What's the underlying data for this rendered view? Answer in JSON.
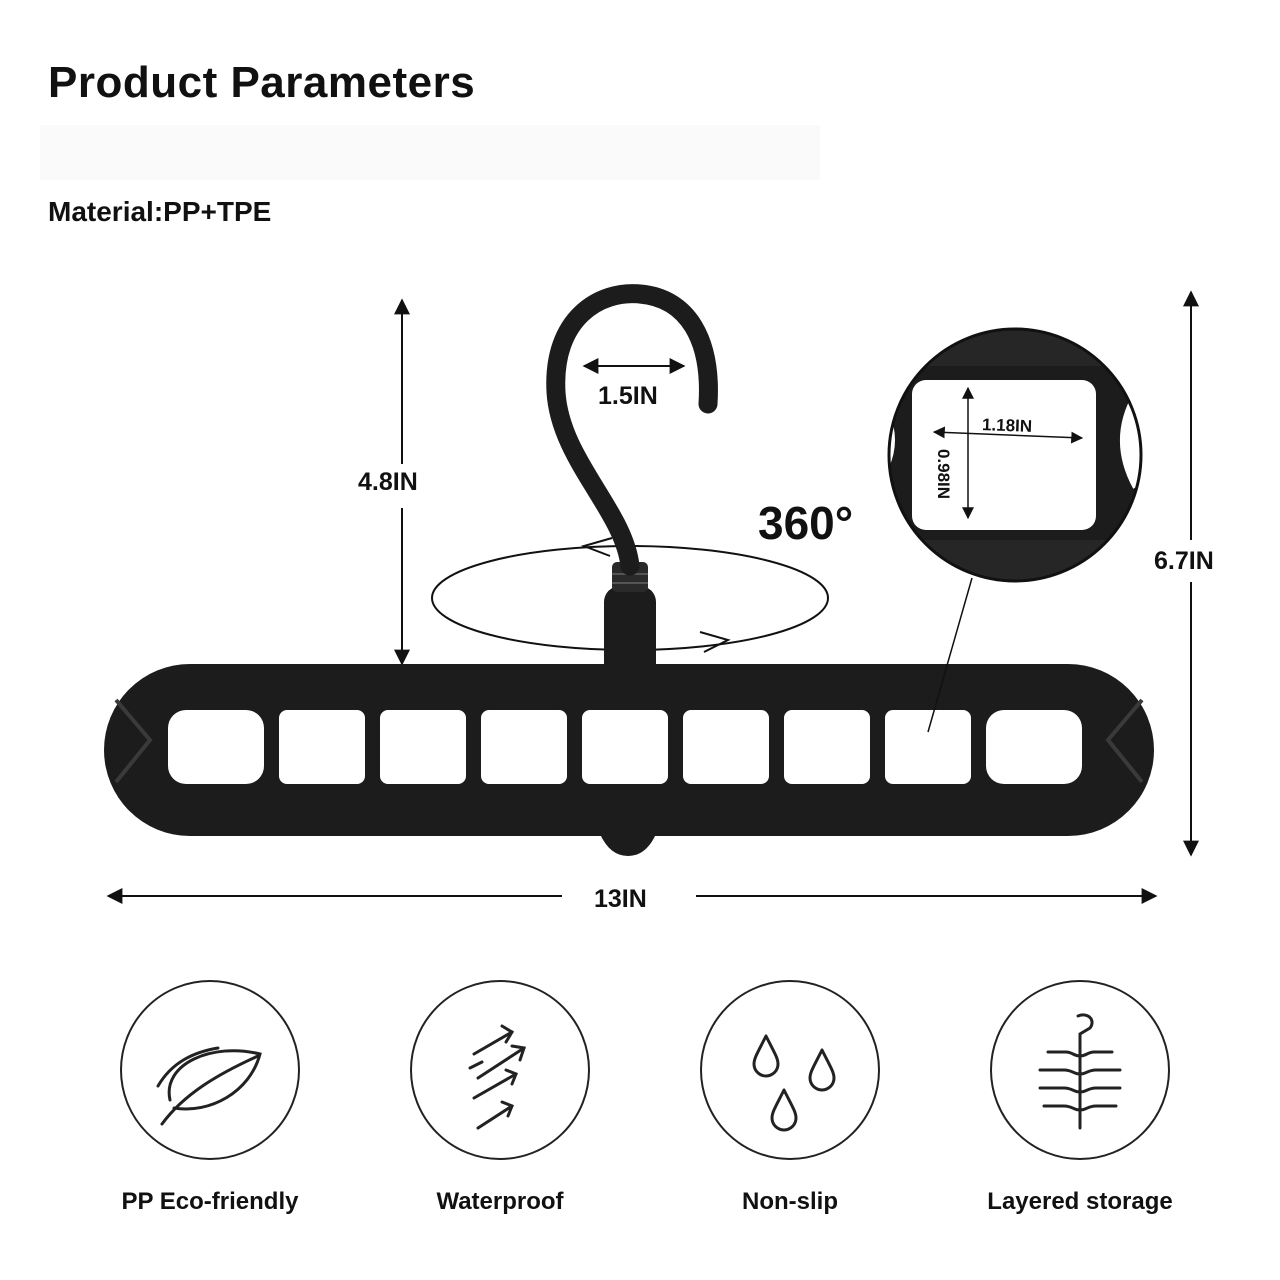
{
  "title": "Product Parameters",
  "material": "Material:PP+TPE",
  "dimensions": {
    "hook_opening": "1.5IN",
    "hook_height": "4.8IN",
    "total_height": "6.7IN",
    "total_width": "13IN",
    "hole_width": "1.18IN",
    "hole_height": "0.98IN",
    "rotation": "360°"
  },
  "colors": {
    "product": "#1c1c1c",
    "accent": "#111111"
  },
  "features": [
    {
      "icon": "leaf-icon",
      "label": "PP Eco-friendly"
    },
    {
      "icon": "wind-arrows-icon",
      "label": "Waterproof"
    },
    {
      "icon": "water-drops-icon",
      "label": "Non-slip"
    },
    {
      "icon": "hanger-rack-icon",
      "label": "Layered storage"
    }
  ]
}
